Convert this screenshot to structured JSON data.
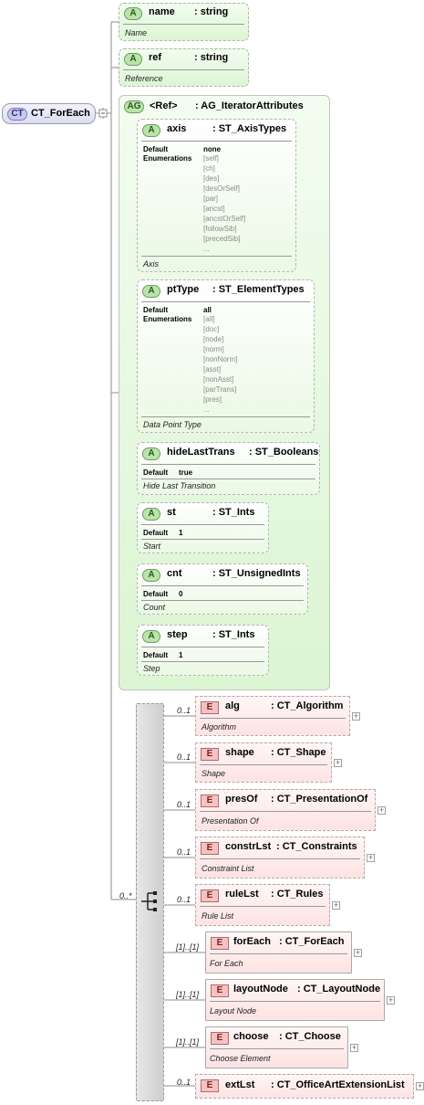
{
  "root": {
    "badge": "CT",
    "name": "CT_ForEach"
  },
  "attributes": [
    {
      "name": "name",
      "type": ": string",
      "desc": "Name"
    },
    {
      "name": "ref",
      "type": ": string",
      "desc": "Reference"
    }
  ],
  "group": {
    "badge": "AG",
    "name": "<Ref>",
    "type": ": AG_IteratorAttributes",
    "items": [
      {
        "name": "axis",
        "type": ": ST_AxisTypes",
        "default_label": "Default",
        "enum_label": "Enumerations",
        "default": "none",
        "enums": [
          "[self]",
          "[ch]",
          "[des]",
          "[desOrSelf]",
          "[par]",
          "[ancst]",
          "[ancstOrSelf]",
          "[followSib]",
          "[precedSib]",
          "..."
        ],
        "desc": "Axis"
      },
      {
        "name": "ptType",
        "type": ": ST_ElementTypes",
        "default_label": "Default",
        "enum_label": "Enumerations",
        "default": "all",
        "enums": [
          "[all]",
          "[doc]",
          "[node]",
          "[norm]",
          "[nonNorm]",
          "[asst]",
          "[nonAsst]",
          "[parTrans]",
          "[pres]",
          "..."
        ],
        "desc": "Data Point Type"
      },
      {
        "name": "hideLastTrans",
        "type": ": ST_Booleans",
        "default_label": "Default",
        "default": "true",
        "desc": "Hide Last Transition"
      },
      {
        "name": "st",
        "type": ": ST_Ints",
        "default_label": "Default",
        "default": "1",
        "desc": "Start"
      },
      {
        "name": "cnt",
        "type": ": ST_UnsignedInts",
        "default_label": "Default",
        "default": "0",
        "desc": "Count"
      },
      {
        "name": "step",
        "type": ": ST_Ints",
        "default_label": "Default",
        "default": "1",
        "desc": "Step"
      }
    ]
  },
  "sequence": {
    "cardinality": "0..*"
  },
  "elements": [
    {
      "badge": "E",
      "name": "alg",
      "type": ": CT_Algorithm",
      "desc": "Algorithm",
      "cardinality": "0..1"
    },
    {
      "badge": "E",
      "name": "shape",
      "type": ": CT_Shape",
      "desc": "Shape",
      "cardinality": "0..1"
    },
    {
      "badge": "E",
      "name": "presOf",
      "type": ": CT_PresentationOf",
      "desc": "Presentation Of",
      "cardinality": "0..1"
    },
    {
      "badge": "E",
      "name": "constrLst",
      "type": ": CT_Constraints",
      "desc": "Constraint List",
      "cardinality": "0..1"
    },
    {
      "badge": "E",
      "name": "ruleLst",
      "type": ": CT_Rules",
      "desc": "Rule List",
      "cardinality": "0..1"
    },
    {
      "badge": "E",
      "name": "forEach",
      "type": ": CT_ForEach",
      "desc": "For Each",
      "cardinality": "[1]..[1]"
    },
    {
      "badge": "E",
      "name": "layoutNode",
      "type": ": CT_LayoutNode",
      "desc": "Layout Node",
      "cardinality": "[1]..[1]"
    },
    {
      "badge": "E",
      "name": "choose",
      "type": ": CT_Choose",
      "desc": "Choose Element",
      "cardinality": "[1]..[1]"
    },
    {
      "badge": "E",
      "name": "extLst",
      "type": ": CT_OfficeArtExtensionList",
      "desc": "",
      "cardinality": "0..1"
    }
  ],
  "expand_glyph": "+"
}
